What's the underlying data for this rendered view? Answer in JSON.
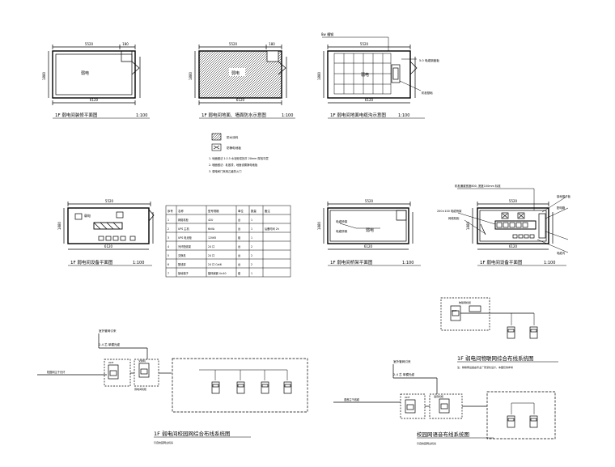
{
  "panels": {
    "p1": {
      "room": "弱电",
      "dim_top": "5520",
      "dim_bottom": "6120",
      "dim_left": "1880",
      "dim_right": "180",
      "title": "1F 弱电间装修平面图",
      "scale": "1:100"
    },
    "p2": {
      "room": "弱电",
      "dim_top": "5520",
      "dim_bottom": "6120",
      "dim_left": "1880",
      "dim_right": "180",
      "title": "1F 弱电间地面、墙面防水示意图",
      "scale": "1:100"
    },
    "p3": {
      "room": "弱电",
      "dim_top": "5520",
      "dim_bottom": "6120",
      "dim_left": "1880",
      "title": "1F 弱电间地面电缆沟示意图",
      "scale": "1:100",
      "callout_1": "8w 槽钢",
      "callout_2": "5.0 电缆钢盖板",
      "callout_3": "机柜基础"
    },
    "p4": {
      "room": "弱电",
      "dim_top": "5520",
      "dim_bottom": "6120",
      "dim_left": "1880",
      "title": "1F 弱电间设备平面图",
      "scale": "1:100"
    },
    "p5": {
      "room": "弱电",
      "label_a": "电缆桥架",
      "label_b": "电缆桥架",
      "dim_top": "5520",
      "dim_bottom": "6120",
      "dim_left": "1880",
      "title": "1F 弱电间桥架平面图",
      "scale": "1:100"
    },
    "p6": {
      "dim_top": "5520",
      "dim_bottom": "6120",
      "dim_left": "1880",
      "title": "1F 弱电间设备平面图",
      "scale": "1:100",
      "callout_1": "机柜通道宽度800, 宽度100mm 标准",
      "callout_2": "200×100 电缆桥架",
      "callout_3": "网络机柜",
      "callout_4": "接地端子板",
      "callout_5": "配电箱",
      "callout_6": "电缆沟"
    }
  },
  "legend": {
    "items": [
      "防水涂料",
      "防静电地板"
    ],
    "notes": [
      "1. 地面做法  1:2.5 水泥砂浆找平  20mm 厚找平层",
      "2. 墙面做法：乳胶漆，地面设置静电地板",
      "3. 弱电间门采用乙级防火门"
    ]
  },
  "table": {
    "headers": [
      "序号",
      "名称",
      "型号规格",
      "单位",
      "数量",
      "备注"
    ],
    "rows": [
      [
        "1",
        "网络机柜",
        "42U",
        "台",
        "1",
        ""
      ],
      [
        "2",
        "UPS 主机",
        "6kVA",
        "台",
        "1",
        "后备时间 2h"
      ],
      [
        "3",
        "UPS 电池柜",
        "12V65",
        "组",
        "1",
        ""
      ],
      [
        "4",
        "光纤配线架",
        "24 口",
        "台",
        "2",
        ""
      ],
      [
        "5",
        "交换机",
        "24 口",
        "台",
        "2",
        ""
      ],
      [
        "6",
        "配线架",
        "24 口 Cat6",
        "台",
        "2",
        ""
      ],
      [
        "7",
        "接地端子",
        "镀锌扁钢 4×40",
        "套",
        "1",
        ""
      ]
    ]
  },
  "systems": {
    "s1": {
      "title": "1F 弱电间校园网综合布线系统图",
      "sub": "引自校园网主机房",
      "cable_label": "室外管网引来",
      "cable_spec": "2-4 芯 单模光缆",
      "left_label": "校园网主干光纤",
      "cab_label": "ODF",
      "sw_label": "交换机",
      "cab2": "弱电间机柜"
    },
    "s2": {
      "title": "1F 弱电间物联网综合布线系统图",
      "sub": "物联网机柜",
      "cab_label": "ODF",
      "note": "注：物联网设备由专业厂家深化设计，本图仅供参考"
    },
    "s3": {
      "title": "校园网语音布线系统图",
      "sub": "引自校园网主机房",
      "cable_label": "室外管网引来",
      "cable_spec": "2-4 芯 单模光缆",
      "left_label": "语音主干线缆",
      "cab_label": "ODF",
      "cab2": "语音机柜"
    }
  }
}
